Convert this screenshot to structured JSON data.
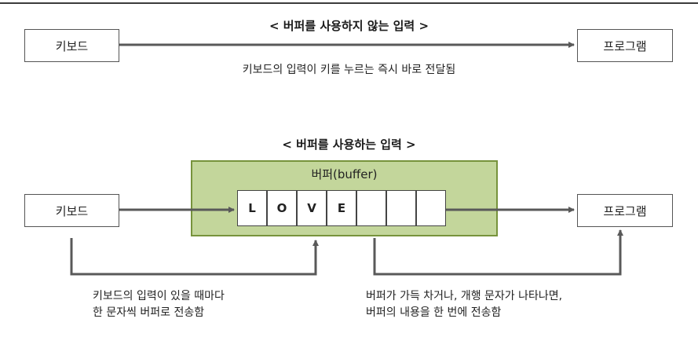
{
  "section1": {
    "title": "< 버퍼를 사용하지 않는 입력 >",
    "left_box": "키보드",
    "right_box": "프로그램",
    "caption": "키보드의 입력이 키를 누르는 즉시 바로 전달됨"
  },
  "section2": {
    "title": "< 버퍼를 사용하는 입력 >",
    "left_box": "키보드",
    "right_box": "프로그램",
    "buffer_label": "버퍼(buffer)",
    "cells": [
      "L",
      "O",
      "V",
      "E",
      "",
      "",
      ""
    ],
    "caption_left": [
      "키보드의 입력이 있을 때마다",
      "한 문자씩 버퍼로 전송함"
    ],
    "caption_right": [
      "버퍼가 가득 차거나, 개행 문자가 나타나면,",
      "버퍼의 내용을 한 번에 전송함"
    ]
  },
  "colors": {
    "buffer_fill": "#c3d69b",
    "buffer_border": "#77933c",
    "arrow": "#595959"
  }
}
